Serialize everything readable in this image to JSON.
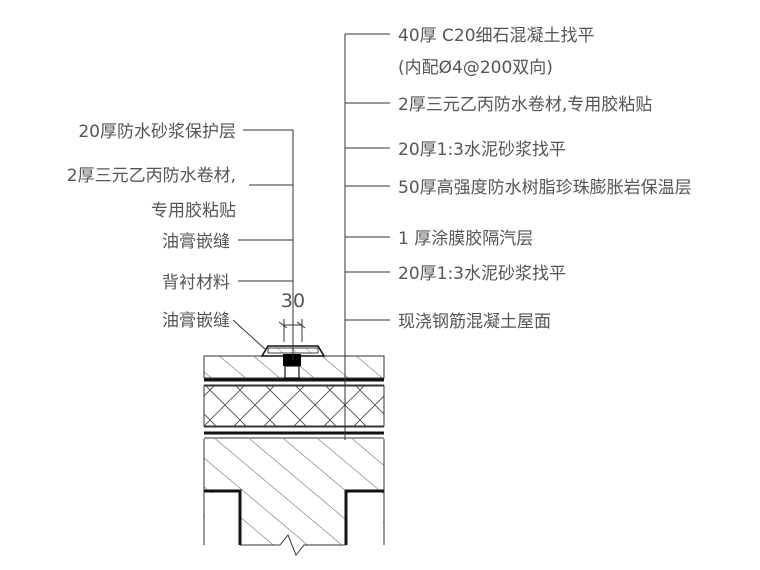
{
  "right_labels": [
    "40厚 C20细石混凝土找平",
    "(内配Ø4@200双向)",
    "2厚三元乙丙防水卷材,专用胶粘贴",
    "20厚1:3水泥砂浆找平",
    "50厚高强度防水树脂珍珠膨胀岩保温层",
    "1 厚涂膜胶隔汽层",
    "20厚1:3水泥砂浆找平",
    "现浇钢筋混凝土屋面"
  ],
  "left_labels": [
    "20厚防水砂浆保护层",
    "2厚三元乙丙防水卷材,",
    "专用胶粘贴",
    "油膏嵌缝",
    "背衬材料",
    "油膏嵌缝"
  ],
  "dimension": "30"
}
